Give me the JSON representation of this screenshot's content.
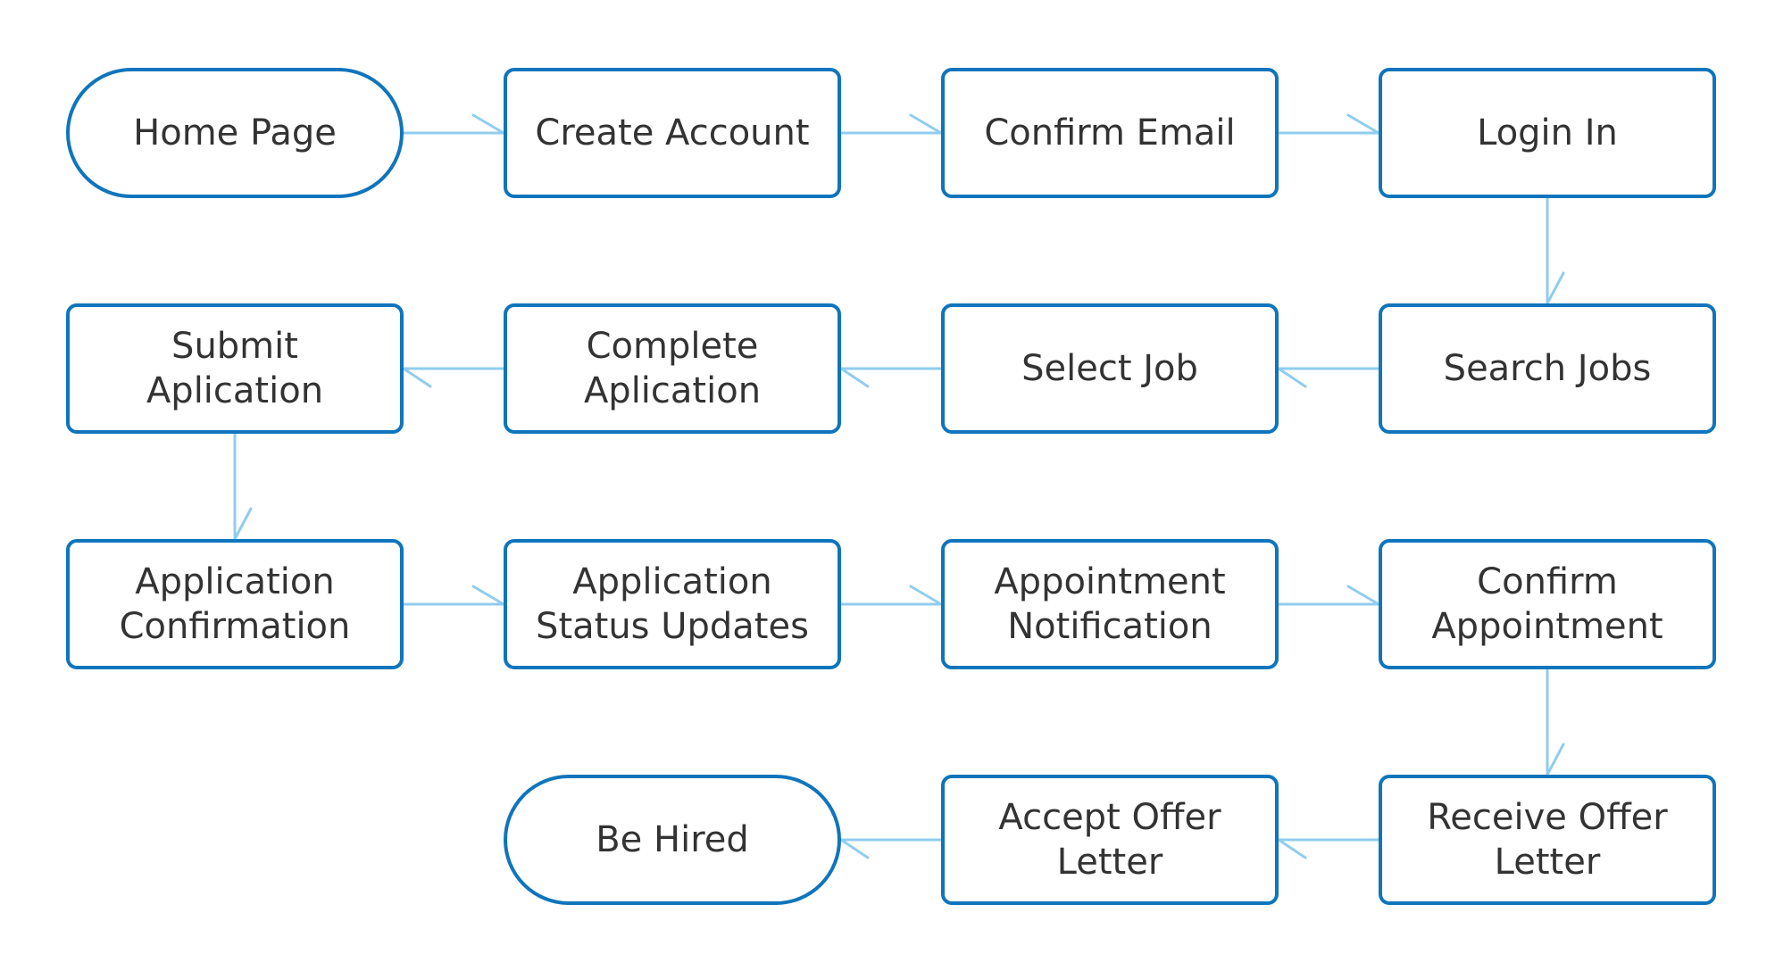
{
  "colors": {
    "node_border": "#0f75bc",
    "connector": "#90cdee",
    "text": "#333333",
    "background": "#ffffff"
  },
  "nodes": {
    "home_page": "Home Page",
    "create_account": "Create Account",
    "confirm_email": "Confirm Email",
    "login_in": "Login In",
    "search_jobs": "Search Jobs",
    "select_job": "Select Job",
    "complete_aplication": "Complete\nAplication",
    "submit_aplication": "Submit Aplication",
    "application_confirmation": "Application\nConfirmation",
    "application_status_updates": "Application\nStatus Updates",
    "appointment_notification": "Appointment\nNotification",
    "confirm_appointment": "Confirm\nAppointment",
    "receive_offer_letter": "Receive Offer\nLetter",
    "accept_offer_letter": "Accept Offer\nLetter",
    "be_hired": "Be Hired"
  },
  "edges": [
    {
      "from": "home_page",
      "to": "create_account"
    },
    {
      "from": "create_account",
      "to": "confirm_email"
    },
    {
      "from": "confirm_email",
      "to": "login_in"
    },
    {
      "from": "login_in",
      "to": "search_jobs"
    },
    {
      "from": "search_jobs",
      "to": "select_job"
    },
    {
      "from": "select_job",
      "to": "complete_aplication"
    },
    {
      "from": "complete_aplication",
      "to": "submit_aplication"
    },
    {
      "from": "submit_aplication",
      "to": "application_confirmation"
    },
    {
      "from": "application_confirmation",
      "to": "application_status_updates"
    },
    {
      "from": "application_status_updates",
      "to": "appointment_notification"
    },
    {
      "from": "appointment_notification",
      "to": "confirm_appointment"
    },
    {
      "from": "confirm_appointment",
      "to": "receive_offer_letter"
    },
    {
      "from": "receive_offer_letter",
      "to": "accept_offer_letter"
    },
    {
      "from": "accept_offer_letter",
      "to": "be_hired"
    }
  ]
}
